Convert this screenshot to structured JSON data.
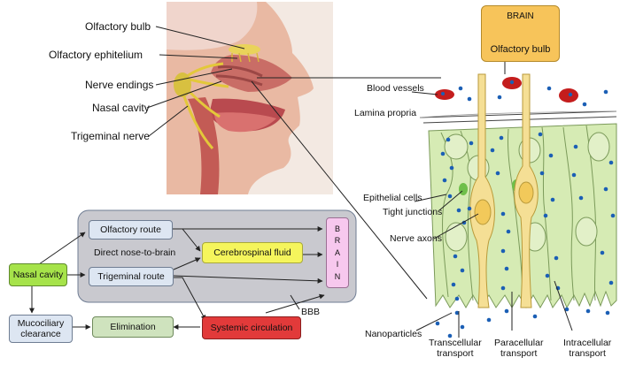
{
  "anatomy_labels": {
    "olfactory_bulb": "Olfactory bulb",
    "olfactory_epithelium": "Olfactory ephitelium",
    "nerve_endings": "Nerve endings",
    "nasal_cavity": "Nasal cavity",
    "trigeminal_nerve": "Trigeminal nerve"
  },
  "flow": {
    "nasal_cavity": "Nasal cavity",
    "olfactory_route": "Olfactory route",
    "direct_nose_to_brain": "Direct nose-to-brain",
    "trigeminal_route": "Trigeminal route",
    "cerebrospinal_fluid": "Cerebrospinal fluid",
    "brain_letters": [
      "B",
      "R",
      "A",
      "I",
      "N"
    ],
    "mucociliary_line1": "Mucociliary",
    "mucociliary_line2": "clearance",
    "elimination": "Elimination",
    "systemic_circulation": "Systemic circulation",
    "bbb": "BBB"
  },
  "tissue": {
    "brain_box_title": "BRAIN",
    "brain_box_sub": "Olfactory bulb",
    "blood_vessels": "Blood vessels",
    "lamina_propria": "Lamina propria",
    "epithelial_cells": "Epithelial cells",
    "tight_junctions": "Tight junctions",
    "nerve_axons": "Nerve axons",
    "nanoparticles": "Nanoparticles",
    "transcellular_line1": "Transcellular",
    "transcellular_line2": "transport",
    "paracellular_line1": "Paracellular",
    "paracellular_line2": "transport",
    "intracellular_line1": "Intracellular",
    "intracellular_line2": "transport"
  },
  "colors": {
    "flow_panel": "#c9c9cf",
    "route_box": "#dde6f2",
    "nasal_box": "#a6e34a",
    "csf_box": "#f5f55c",
    "brain_box": "#f7c8ee",
    "systemic_box": "#e23a3a",
    "elimination_box": "#cfe3be",
    "brain_top_box": "#f7c45a",
    "cells": "#d6ebb4",
    "neuron": "#f5df95",
    "dots": "#1b5fb5"
  }
}
